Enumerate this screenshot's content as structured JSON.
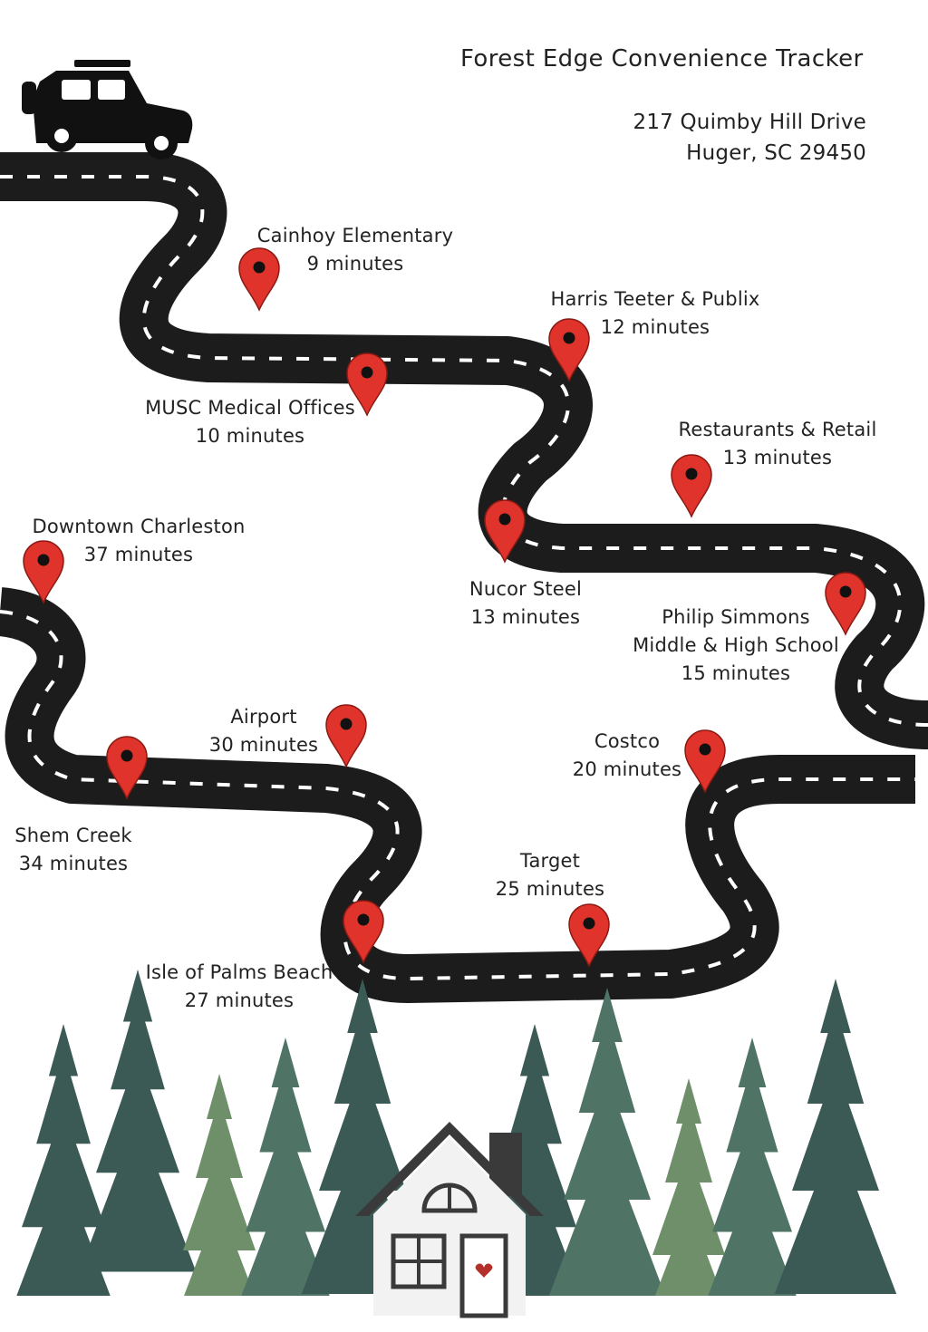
{
  "header": {
    "title": "Forest Edge Convenience Tracker",
    "address_line1": "217 Quimby Hill Drive",
    "address_line2": "Huger, SC 29450"
  },
  "destinations": [
    {
      "name": "Cainhoy Elementary",
      "time": "9 minutes"
    },
    {
      "name": "Harris Teeter & Publix",
      "time": "12 minutes"
    },
    {
      "name": "MUSC Medical Offices",
      "time": "10 minutes"
    },
    {
      "name": "Restaurants & Retail",
      "time": "13 minutes"
    },
    {
      "name": "Downtown Charleston",
      "time": "37 minutes"
    },
    {
      "name": "Nucor Steel",
      "time": "13 minutes"
    },
    {
      "name": "Philip Simmons",
      "name_line2": "Middle & High School",
      "time": "15 minutes"
    },
    {
      "name": "Airport",
      "time": "30 minutes"
    },
    {
      "name": "Costco",
      "time": "20 minutes"
    },
    {
      "name": "Shem Creek",
      "time": "34 minutes"
    },
    {
      "name": "Target",
      "time": "25 minutes"
    },
    {
      "name": "Isle of Palms Beach",
      "time": "27 minutes"
    }
  ],
  "colors": {
    "road": "#1c1c1c",
    "road_dash": "#ffffff",
    "pin": "#e0332b",
    "pin_dot": "#111111",
    "tree_dark": "#3b5a56",
    "tree_mid": "#4f7466",
    "tree_light": "#6e8f6a",
    "house": "#f2f2f2",
    "roof": "#3a3a3a",
    "heart": "#b5302a"
  },
  "icons": {
    "vehicle": "jeep-icon",
    "marker": "map-pin-icon",
    "home": "house-icon"
  }
}
